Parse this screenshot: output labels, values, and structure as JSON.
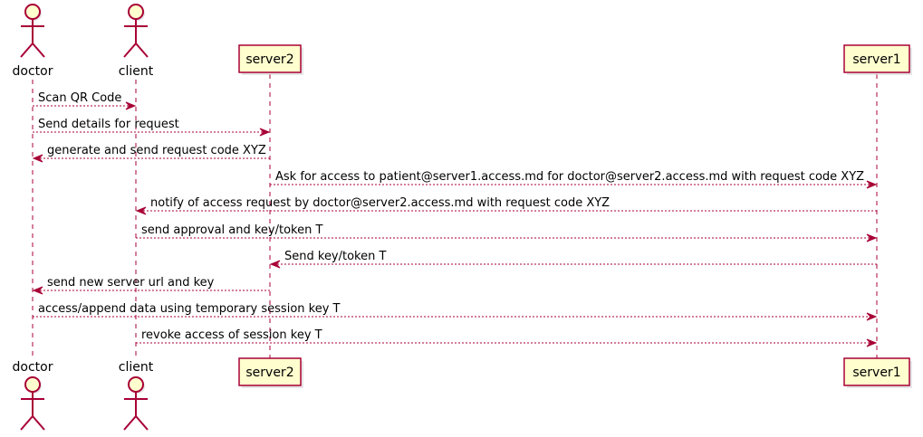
{
  "participants": [
    {
      "id": "doctor",
      "label": "doctor",
      "kind": "actor"
    },
    {
      "id": "client",
      "label": "client",
      "kind": "actor"
    },
    {
      "id": "server2",
      "label": "server2",
      "kind": "participant"
    },
    {
      "id": "server1",
      "label": "server1",
      "kind": "participant"
    }
  ],
  "messages": [
    {
      "from": "doctor",
      "to": "client",
      "text": "Scan QR Code"
    },
    {
      "from": "doctor",
      "to": "server2",
      "text": "Send details for request"
    },
    {
      "from": "server2",
      "to": "doctor",
      "text": "generate and send request code XYZ"
    },
    {
      "from": "server2",
      "to": "server1",
      "text": "Ask for access to patient@server1.access.md for doctor@server2.access.md with request code XYZ"
    },
    {
      "from": "server1",
      "to": "client",
      "text": "notify of access request by doctor@server2.access.md with request code XYZ"
    },
    {
      "from": "client",
      "to": "server1",
      "text": "send approval and key/token T"
    },
    {
      "from": "server1",
      "to": "server2",
      "text": "Send key/token T"
    },
    {
      "from": "server2",
      "to": "doctor",
      "text": "send new server url and key"
    },
    {
      "from": "doctor",
      "to": "server1",
      "text": "access/append data using temporary session key T"
    },
    {
      "from": "client",
      "to": "server1",
      "text": "revoke access of session key T"
    }
  ],
  "colors": {
    "line": "#a80036",
    "fill": "#fefece",
    "text": "#000000"
  }
}
